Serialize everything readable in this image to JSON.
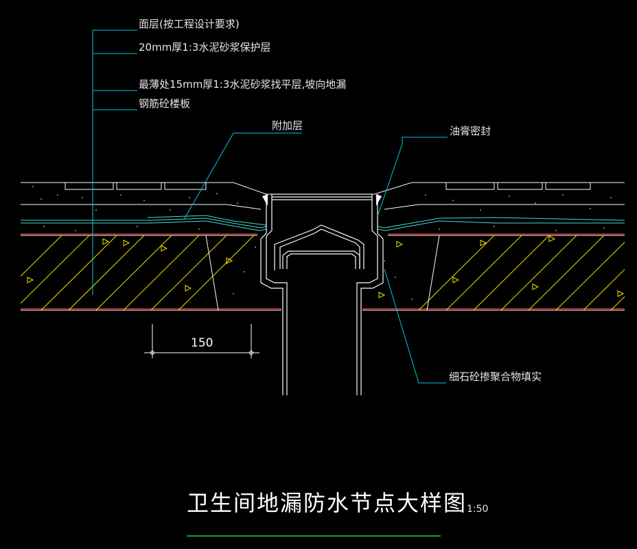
{
  "title": "卫生间地漏防水节点大样图",
  "scale": "1:50",
  "dimension": "150",
  "labels": {
    "surface_layer": "面层(按工程设计要求)",
    "protect_layer": "20mm厚1:3水泥砂浆保护层",
    "leveling_layer": "最薄处15mm厚1:3水泥砂浆找平层,坡向地漏",
    "slab": "钢筋砼楼板",
    "additional_layer": "附加层",
    "sealant": "油膏密封",
    "fill": "细石砼掺聚合物填实"
  },
  "colors": {
    "background": "#000000",
    "leader": "#00c8e6",
    "linework": "#ffffff",
    "membrane": "#40e0d0",
    "slab_line": "#ff3a3a",
    "hatch": "#f0e600",
    "underline": "#2ecc40"
  }
}
